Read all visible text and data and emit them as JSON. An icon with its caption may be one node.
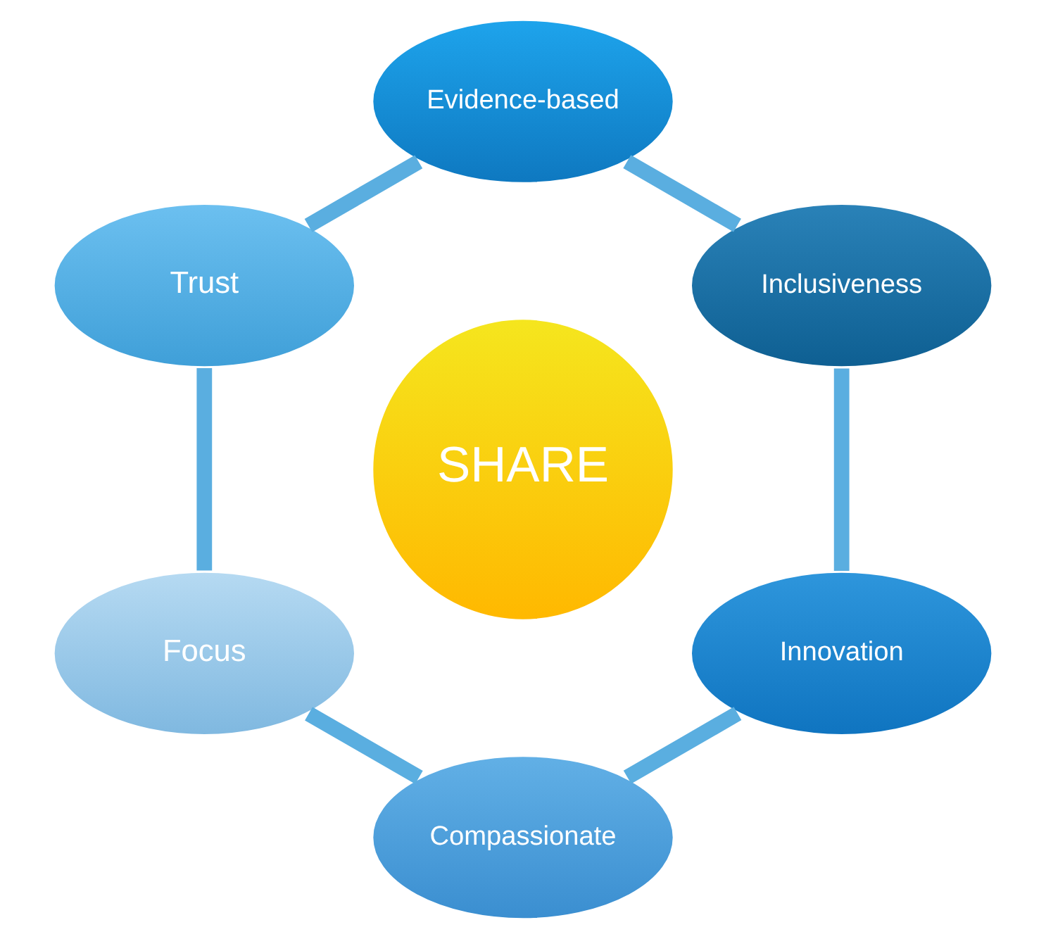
{
  "diagram": {
    "nodes": [
      {
        "text": [
          "SHARE"
        ]
      },
      {
        "text": [
          "Inclusiveness"
        ]
      },
      {
        "text": [
          "Evidence-based"
        ]
      },
      {
        "text": [
          "Trust"
        ]
      },
      {
        "text": [
          "Focus"
        ]
      },
      {
        "text": [
          "Compassionate"
        ]
      },
      {
        "text": [
          "Innovation"
        ]
      }
    ],
    "edges": [
      {
        "from": 1,
        "to": 2,
        "arrow": "none"
      },
      {
        "from": 2,
        "to": 3,
        "arrow": "none"
      },
      {
        "from": 3,
        "to": 4,
        "arrow": "none"
      },
      {
        "from": 4,
        "to": 5,
        "arrow": "none"
      },
      {
        "from": 5,
        "to": 6,
        "arrow": "none"
      },
      {
        "from": 6,
        "to": 1,
        "arrow": "none"
      }
    ]
  }
}
